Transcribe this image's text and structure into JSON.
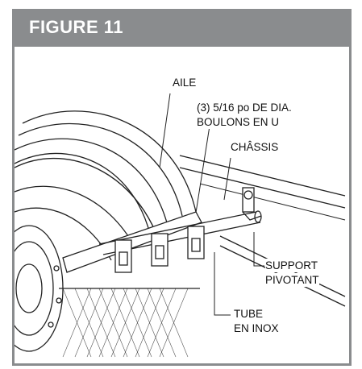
{
  "figure": {
    "title": "FIGURE 11"
  },
  "callouts": {
    "fender": "AILE",
    "ubolts_line1": "(3) 5/16 po DE DIA.",
    "ubolts_line2": "BOULONS EN U",
    "frame": "CHÂSSIS",
    "support_line1": "SUPPORT",
    "support_line2": "PIVOTANT",
    "tube_line1": "TUBE",
    "tube_line2": "EN INOX"
  },
  "colors": {
    "header": "#8a8c8e",
    "line": "#222222"
  }
}
